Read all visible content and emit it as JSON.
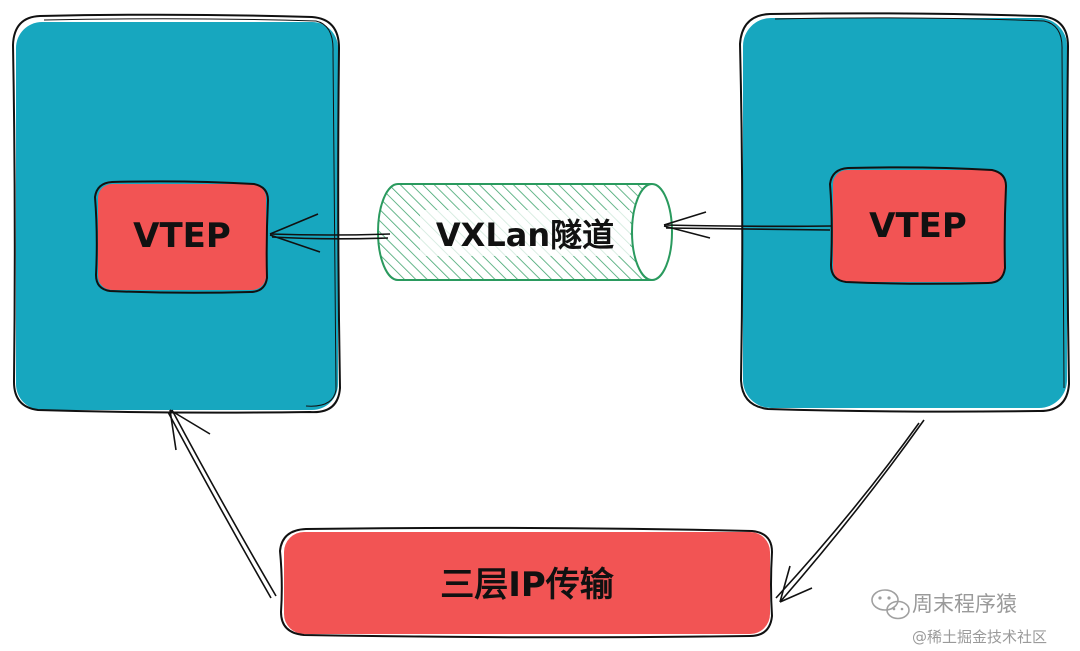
{
  "diagram": {
    "left_host": {
      "vtep_label": "VTEP"
    },
    "right_host": {
      "vtep_label": "VTEP"
    },
    "tunnel": {
      "label": "VXLan隧道"
    },
    "transport": {
      "label": "三层IP传输"
    }
  },
  "watermark": {
    "account": "周末程序猿",
    "community": "@稀土掘金技术社区",
    "icon": "wechat-icon"
  },
  "colors": {
    "host_fill": "#17a7bf",
    "vtep_fill": "#f25454",
    "tunnel_stroke": "#2a9a5e",
    "stroke": "#111111"
  }
}
